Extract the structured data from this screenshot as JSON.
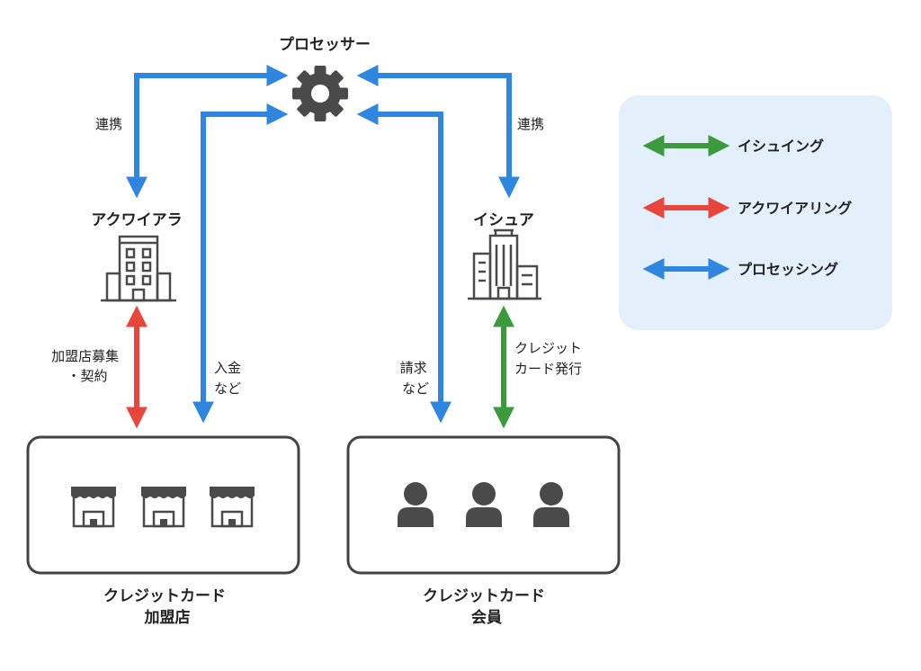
{
  "nodes": {
    "processor": "プロセッサー",
    "acquirer": "アクワイアラ",
    "issuer": "イシュア",
    "merchants": [
      "クレジットカード",
      "加盟店"
    ],
    "members": [
      "クレジットカード",
      "会員"
    ]
  },
  "edge_labels": {
    "left_link": "連携",
    "right_link": "連携",
    "merchant_contract": [
      "加盟店募集",
      "・契約"
    ],
    "deposit": [
      "入金",
      "など"
    ],
    "billing": [
      "請求",
      "など"
    ],
    "card_issue": [
      "クレジット",
      "カード発行"
    ]
  },
  "legend": [
    {
      "label": "イシュイング",
      "color": "#3c9a3c"
    },
    {
      "label": "アクワイアリング",
      "color": "#e8453c"
    },
    {
      "label": "プロセッシング",
      "color": "#2f86e0"
    }
  ],
  "colors": {
    "blue": "#2f86e0",
    "red": "#e8453c",
    "green": "#3c9a3c",
    "icon_gray": "#4a4a4a",
    "legend_bg": "#e3effb"
  },
  "icons": {
    "processor": "gear-icon",
    "acquirer": "office-building-icon",
    "issuer": "bank-building-icon",
    "store": "storefront-icon",
    "person": "person-icon"
  }
}
